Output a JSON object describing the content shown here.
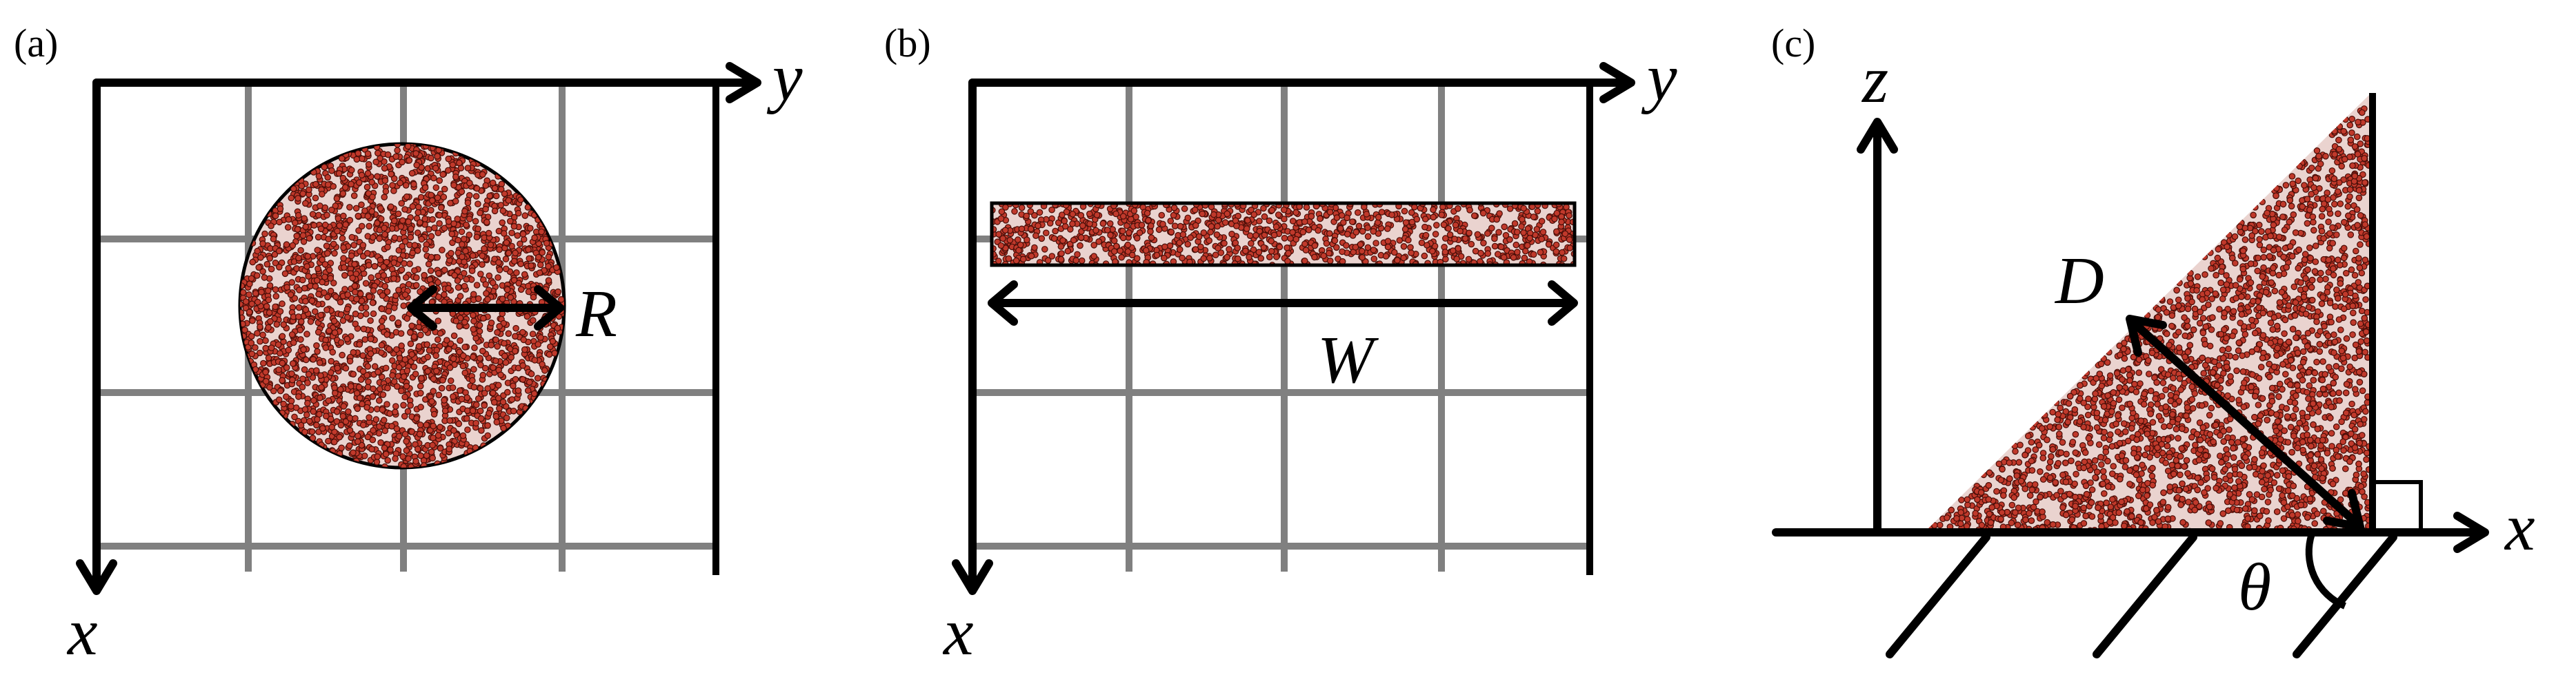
{
  "panels": [
    {
      "tag": "(a)",
      "shape": "disk",
      "axis_right": "y",
      "axis_down": "x",
      "dimension": "R"
    },
    {
      "tag": "(b)",
      "shape": "strip",
      "axis_right": "y",
      "axis_down": "x",
      "dimension": "W"
    },
    {
      "tag": "(c)",
      "shape": "wedge",
      "axis_right": "x",
      "axis_up": "z",
      "dimension": "D",
      "angle": "θ"
    }
  ],
  "colors": {
    "particle_fill": "#c0392b",
    "particle_edge": "#4a0e08",
    "region_fill": "#ead3cf",
    "grid": "#808080",
    "ink": "#000000"
  }
}
